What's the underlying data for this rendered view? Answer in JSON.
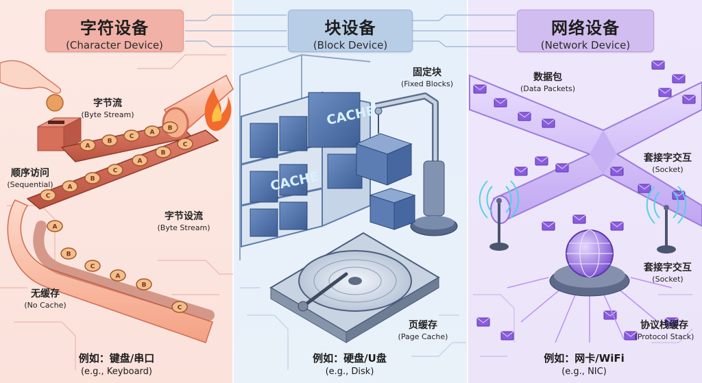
{
  "columns": [
    {
      "id": "char",
      "title_zh": "字符设备",
      "title_en": "(Character Device)",
      "labels": [
        {
          "zh": "字节流",
          "en": "(Byte Stream)"
        },
        {
          "zh": "顺序访问",
          "en": "(Sequential)"
        },
        {
          "zh": "字节设流",
          "en": "(Byte Stream)"
        },
        {
          "zh": "无缓存",
          "en": "(No Cache)"
        }
      ],
      "example_zh": "例如：键盘/串口",
      "example_en": "(e.g., Keyboard)",
      "coin_letters": [
        "A",
        "B",
        "C",
        "A",
        "B",
        "C",
        "A",
        "B",
        "C",
        "A",
        "B",
        "C",
        "A",
        "B",
        "C",
        "A",
        "B",
        "C"
      ]
    },
    {
      "id": "block",
      "title_zh": "块设备",
      "title_en": "(Block Device)",
      "labels": [
        {
          "zh": "固定块",
          "en": "(Fixed Blocks)"
        },
        {
          "zh": "页缓存",
          "en": "(Page Cache)"
        }
      ],
      "cache_text": "CACHE",
      "example_zh": "例如：硬盘/U盘",
      "example_en": "(e.g., Disk)"
    },
    {
      "id": "net",
      "title_zh": "网络设备",
      "title_en": "(Network Device)",
      "labels": [
        {
          "zh": "数据包",
          "en": "(Data Packets)"
        },
        {
          "zh": "套接字交互",
          "en": "(Socket)"
        },
        {
          "zh": "套接字交互",
          "en": "(Socket)"
        },
        {
          "zh": "协议栈缓存",
          "en": "(Protocol Stack)"
        }
      ],
      "example_zh": "例如：网卡/WiFi",
      "example_en": "(e.g., NIC)"
    }
  ],
  "colors": {
    "char_accent": "#e8604a",
    "block_accent": "#4f7ab8",
    "net_accent": "#8a5ce0"
  }
}
